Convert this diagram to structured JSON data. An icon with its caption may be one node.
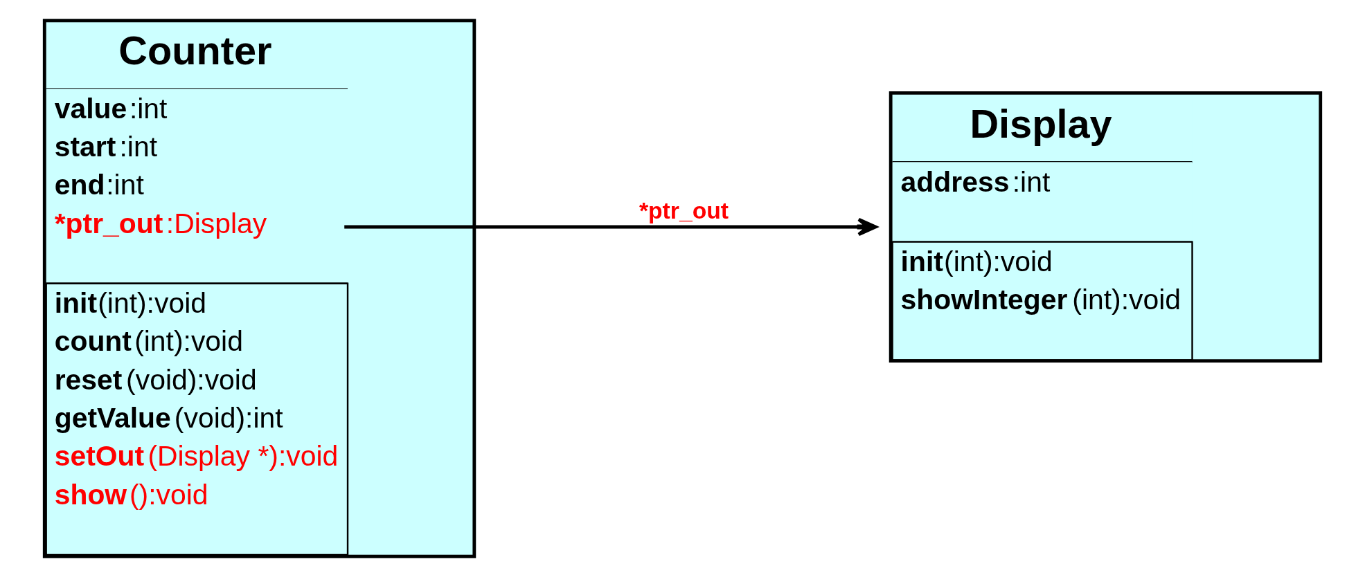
{
  "diagram": {
    "nodes": [
      {
        "text": [
          "Counter",
          "**value**:int",
          "**start**:int",
          "**end**:int",
          "***ptr_out**:Display",
          "**init**(int):void",
          "**count**(int):void",
          "**reset**(void):void",
          "**getValue**(void):int",
          "**setOut**(Display *):void",
          "**show**():void"
        ]
      },
      {
        "text": [
          "Display",
          "**address**:int",
          "**init**(int):void",
          "**showInteger**(int):void"
        ]
      }
    ],
    "edges": [
      {
        "from": 0,
        "to": 1,
        "arrow": "to",
        "label": "*ptr_out"
      }
    ]
  }
}
